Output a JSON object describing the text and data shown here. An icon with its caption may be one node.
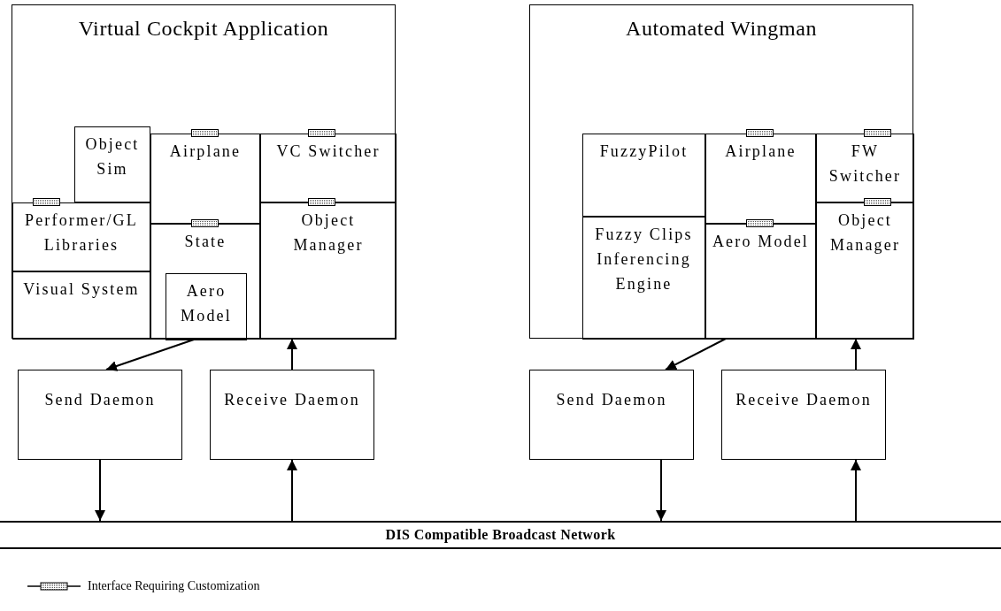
{
  "diagram": {
    "nodes": [
      {
        "text": [
          "Virtual Cockpit Application"
        ]
      },
      {
        "text": [
          "Object Sim"
        ],
        "in": 0
      },
      {
        "text": [
          "Airplane"
        ],
        "in": 0
      },
      {
        "text": [
          "VC Switcher"
        ],
        "in": 0
      },
      {
        "text": [
          "Performer/GL Libraries"
        ],
        "in": 0
      },
      {
        "text": [
          "State"
        ],
        "in": 0
      },
      {
        "text": [
          "Object Manager"
        ],
        "in": 0
      },
      {
        "text": [
          "Visual System"
        ],
        "in": 0
      },
      {
        "text": [
          "Aero Model"
        ],
        "in": 5
      },
      {
        "text": [
          "Automated Wingman"
        ]
      },
      {
        "text": [
          "FuzzyPilot"
        ],
        "in": 9
      },
      {
        "text": [
          "Airplane"
        ],
        "in": 9
      },
      {
        "text": [
          "FW Switcher"
        ],
        "in": 9
      },
      {
        "text": [
          "Fuzzy Clips Inferencing Engine"
        ],
        "in": 9
      },
      {
        "text": [
          "Aero Model"
        ],
        "in": 9
      },
      {
        "text": [
          "Object Manager"
        ],
        "in": 9
      },
      {
        "text": [
          "Send Daemon"
        ]
      },
      {
        "text": [
          "Receive Daemon"
        ]
      },
      {
        "text": [
          "Send Daemon"
        ]
      },
      {
        "text": [
          "Receive Daemon"
        ]
      },
      {
        "text": [
          "DIS Compatible Broadcast Network"
        ]
      }
    ],
    "edges": [
      {
        "from": 8,
        "to": 16,
        "arrow": "to"
      },
      {
        "from": 17,
        "to": 6,
        "arrow": "to"
      },
      {
        "from": 16,
        "to": 20,
        "arrow": "to"
      },
      {
        "from": 20,
        "to": 17,
        "arrow": "to"
      },
      {
        "from": 14,
        "to": 18,
        "arrow": "to"
      },
      {
        "from": 19,
        "to": 15,
        "arrow": "to"
      },
      {
        "from": 18,
        "to": 20,
        "arrow": "to"
      },
      {
        "from": 20,
        "to": 19,
        "arrow": "to"
      }
    ],
    "legend": [
      {
        "text": "Interface Requiring Customization"
      }
    ]
  }
}
